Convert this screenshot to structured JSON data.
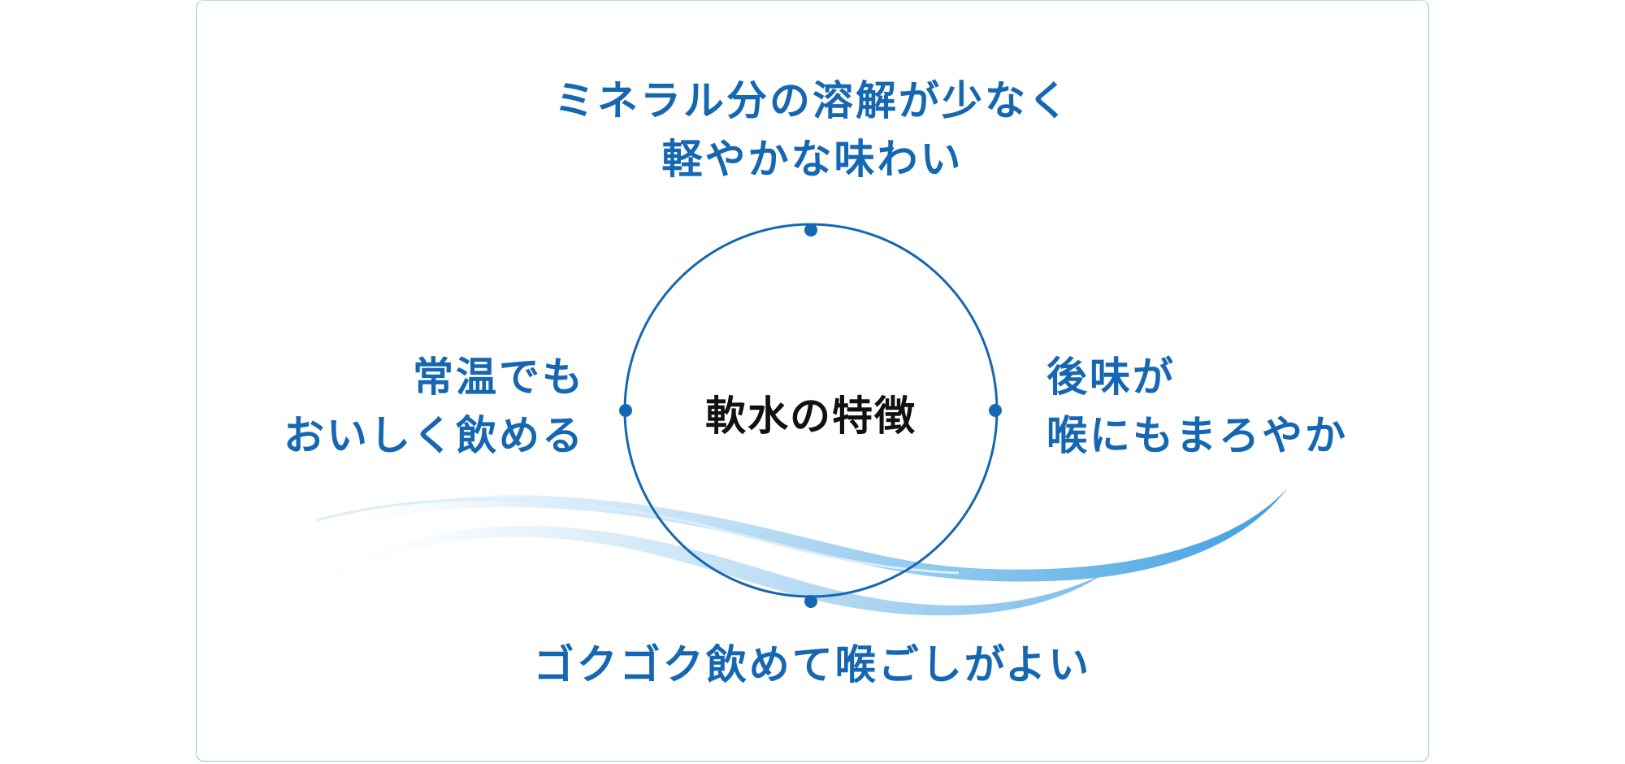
{
  "diagram": {
    "center": "軟水の特徴",
    "top": {
      "line1": "ミネラル分の溶解が少なく",
      "line2": "軽やかな味わい"
    },
    "left": {
      "line1": "常温でも",
      "line2": "おいしく飲める"
    },
    "right": {
      "line1": "後味が",
      "line2": "喉にもまろやか"
    },
    "bottom": {
      "line1": "ゴクゴク飲めて喉ごしがよい"
    }
  },
  "colors": {
    "accent": "#1667b2",
    "wave_light": "#d6ebfa",
    "wave_dark": "#4aa6e2",
    "card_border": "#8cc3e6",
    "center_text": "#111111"
  }
}
